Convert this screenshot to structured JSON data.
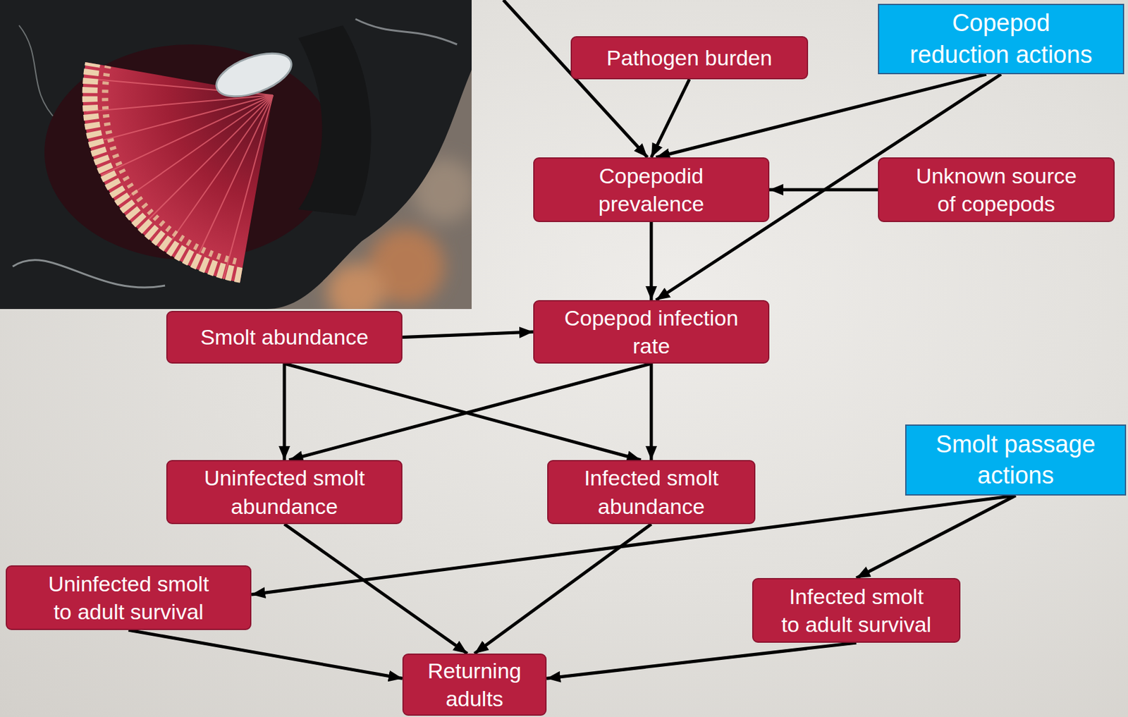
{
  "diagram": {
    "nodes": [
      {
        "text": [
          "Pathogen burden"
        ]
      },
      {
        "text": [
          "Copepod reduction actions"
        ]
      },
      {
        "text": [
          "Copepodid prevalence"
        ]
      },
      {
        "text": [
          "Unknown source of copepods"
        ]
      },
      {
        "text": [
          "Smolt abundance"
        ]
      },
      {
        "text": [
          "Copepod infection rate"
        ]
      },
      {
        "text": [
          "Uninfected smolt abundance"
        ]
      },
      {
        "text": [
          "Infected smolt abundance"
        ]
      },
      {
        "text": [
          "Smolt passage actions"
        ]
      },
      {
        "text": [
          "Uninfected smolt to adult survival"
        ]
      },
      {
        "text": [
          "Infected smolt to adult survival"
        ]
      },
      {
        "text": [
          "Returning adults"
        ]
      }
    ],
    "edges": [
      {
        "from": 0,
        "to": 2,
        "arrow": "to"
      },
      {
        "from": 1,
        "to": 2,
        "arrow": "to"
      },
      {
        "from": 1,
        "to": 5,
        "arrow": "to"
      },
      {
        "from": 3,
        "to": 2,
        "arrow": "to"
      },
      {
        "from": 2,
        "to": 5,
        "arrow": "to"
      },
      {
        "from": 4,
        "to": 5,
        "arrow": "to"
      },
      {
        "from": 4,
        "to": 6,
        "arrow": "to"
      },
      {
        "from": 4,
        "to": 7,
        "arrow": "to"
      },
      {
        "from": 5,
        "to": 6,
        "arrow": "to"
      },
      {
        "from": 5,
        "to": 7,
        "arrow": "to"
      },
      {
        "from": 6,
        "to": 11,
        "arrow": "to"
      },
      {
        "from": 7,
        "to": 11,
        "arrow": "to"
      },
      {
        "from": 8,
        "to": 9,
        "arrow": "to"
      },
      {
        "from": 8,
        "to": 10,
        "arrow": "to"
      },
      {
        "from": 9,
        "to": 11,
        "arrow": "to"
      },
      {
        "from": 10,
        "to": 11,
        "arrow": "to"
      }
    ]
  }
}
